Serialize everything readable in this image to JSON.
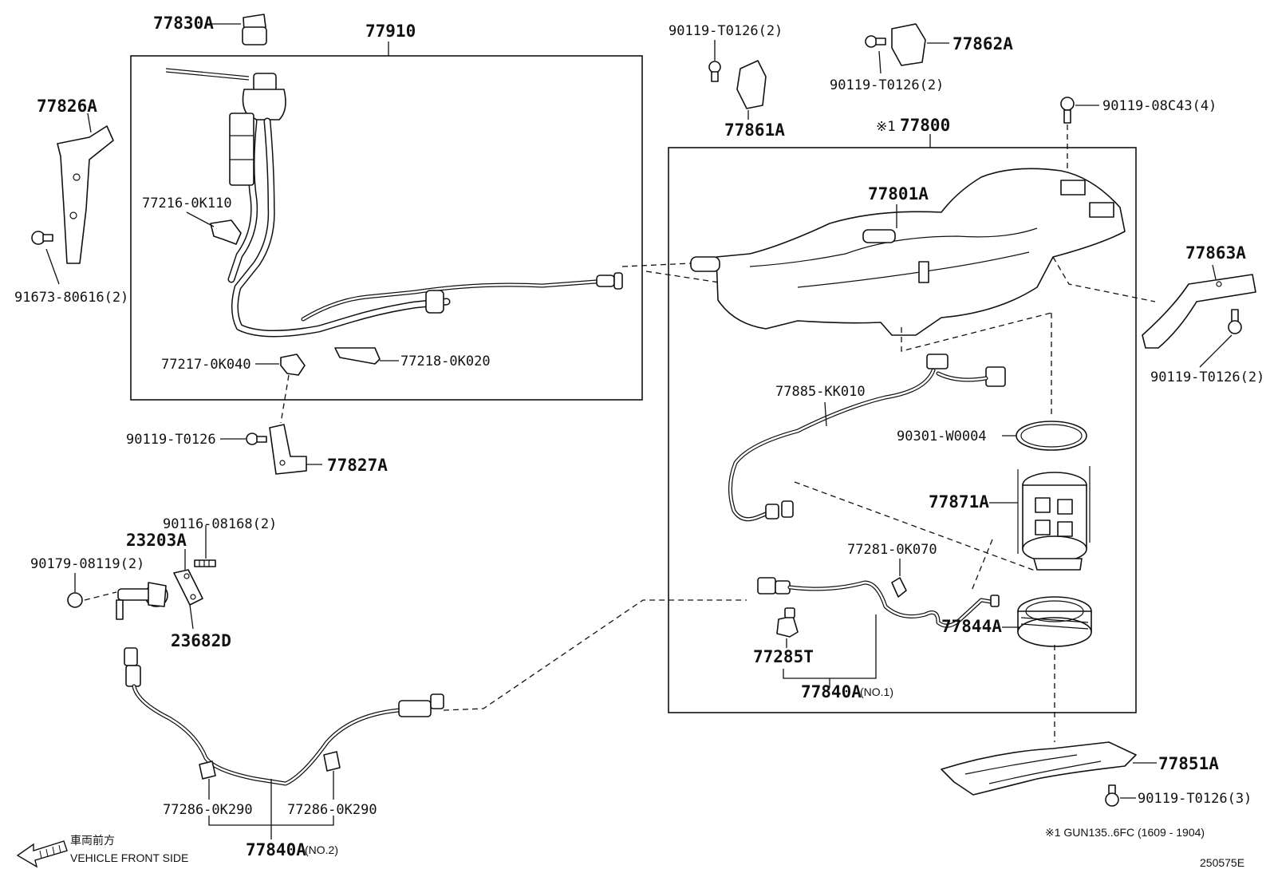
{
  "labels": {
    "p77830A": "77830A",
    "p77910": "77910",
    "p77826A": "77826A",
    "p91673": "91673-80616(2)",
    "p77216": "77216-0K110",
    "p77217": "77217-0K040",
    "p77218": "77218-0K020",
    "p90119_t0126": "90119-T0126",
    "p77827A": "77827A",
    "p90116": "90116-08168(2)",
    "p23203A": "23203A",
    "p90179": "90179-08119(2)",
    "p23682D": "23682D",
    "p77286a": "77286-0K290",
    "p77286b": "77286-0K290",
    "p77840A_no2": "77840A",
    "p77840A_no2_suffix": "(NO.2)",
    "p90119_t0126_2a": "90119-T0126(2)",
    "p77861A": "77861A",
    "p90119_t0126_2b": "90119-T0126(2)",
    "p77862A": "77862A",
    "p77800_mark": "※1",
    "p77800": "77800",
    "p90119_08c43": "90119-08C43(4)",
    "p77801A": "77801A",
    "p77863A": "77863A",
    "p90119_t0126_2c": "90119-T0126(2)",
    "p77885": "77885-KK010",
    "p90301": "90301-W0004",
    "p77871A": "77871A",
    "p77281": "77281-0K070",
    "p77844A": "77844A",
    "p77285T": "77285T",
    "p77840A_no1": "77840A",
    "p77840A_no1_suffix": "(NO.1)",
    "p77851A": "77851A",
    "p90119_t0126_3": "90119-T0126(3)"
  },
  "footer": {
    "direction_jp": "車両前方",
    "direction_en": "VEHICLE FRONT SIDE",
    "applicability_note": "※1 GUN135..6FC (1609 - 1904)",
    "diagram_code": "250575E"
  }
}
